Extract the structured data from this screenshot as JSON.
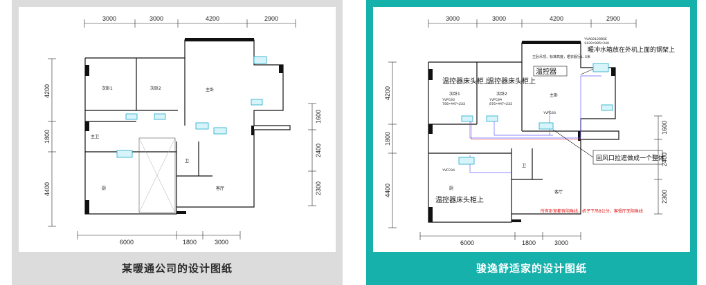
{
  "left": {
    "caption": "某暖通公司的设计图纸",
    "dims_top": [
      "3000",
      "3000",
      "4200",
      "2900"
    ],
    "dims_left": [
      "4200",
      "1800",
      "4400"
    ],
    "dims_right": [
      "1600",
      "2400",
      "2300"
    ],
    "dims_bottom": [
      "6000",
      "1800",
      "3000"
    ],
    "rooms": [
      "次卧1",
      "次卧2",
      "主卧",
      "主卫",
      "卫",
      "厨",
      "客厅"
    ]
  },
  "right": {
    "caption": "骏逸舒适家的设计图纸",
    "dims_top": [
      "3000",
      "3000",
      "4200",
      "2900"
    ],
    "dims_left": [
      "4200",
      "1800",
      "4400"
    ],
    "dims_right": [
      "1600",
      "2400",
      "2300"
    ],
    "dims_bottom": [
      "6000",
      "1800",
      "3000"
    ],
    "labels": {
      "bed1": "温控器床头柜上",
      "bed2": "温控器床头柜上",
      "master": "温控器",
      "kitchen": "温控器床头柜上",
      "outdoor_note": "暖冲水箱放在外机上面的钢架上",
      "return_note": "回风口拉遮做成一个整体",
      "footer_note": "所有卧室都有阴角线，机子下吊8公分，客餐厅无阴角线",
      "top_model": "YVAG0120RSE",
      "top_size": "1120×995×340",
      "unit_a": "YVFC03",
      "unit_b": "YVFC04",
      "unit_c": "YVFC03",
      "unit_d": "YVFC04",
      "size_a": "795×447×233",
      "size_b": "875×447×233",
      "room_bed1": "次卧1",
      "room_bed2": "次卧2",
      "room_master": "主卧",
      "room_bath": "卫",
      "room_kitchen": "厨",
      "room_living": "客厅",
      "master_note": "主卧吊顶，标准高度，晒衣服行1.5米"
    }
  }
}
